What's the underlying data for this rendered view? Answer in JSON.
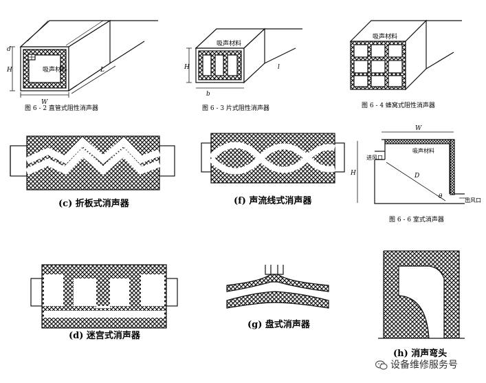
{
  "figures": {
    "fig6_2": {
      "caption": "图 6 - 2    直管式阻性消声器",
      "material": "吸声材料",
      "h": "H",
      "w": "W",
      "l": "L",
      "d": "d"
    },
    "fig6_3": {
      "caption": "图 6 - 3    片式阻性消声器",
      "material": "吸声材料",
      "h": "H",
      "l": "l",
      "b": "b"
    },
    "fig6_4": {
      "caption": "图 6 - 4    蜂窝式阻性消声器",
      "material": "吸声材料"
    },
    "fig_c": {
      "caption": "(c) 折板式消声器"
    },
    "fig_f": {
      "caption": "(f) 声流线式消声器"
    },
    "fig6_6": {
      "caption": "图 6 - 6    室式消声器",
      "inlet": "进风口",
      "outlet": "出风口",
      "material": "吸声材料",
      "w": "W",
      "h": "H",
      "d": "D",
      "theta": "θ"
    },
    "fig_d": {
      "caption": "(d) 迷宫式消声器"
    },
    "fig_g": {
      "caption": "(g) 盘式消声器"
    },
    "fig_h": {
      "caption": "(h) 消声弯头"
    }
  },
  "watermark": {
    "text": "设备维修服务号",
    "icon": "wechat-icon"
  }
}
